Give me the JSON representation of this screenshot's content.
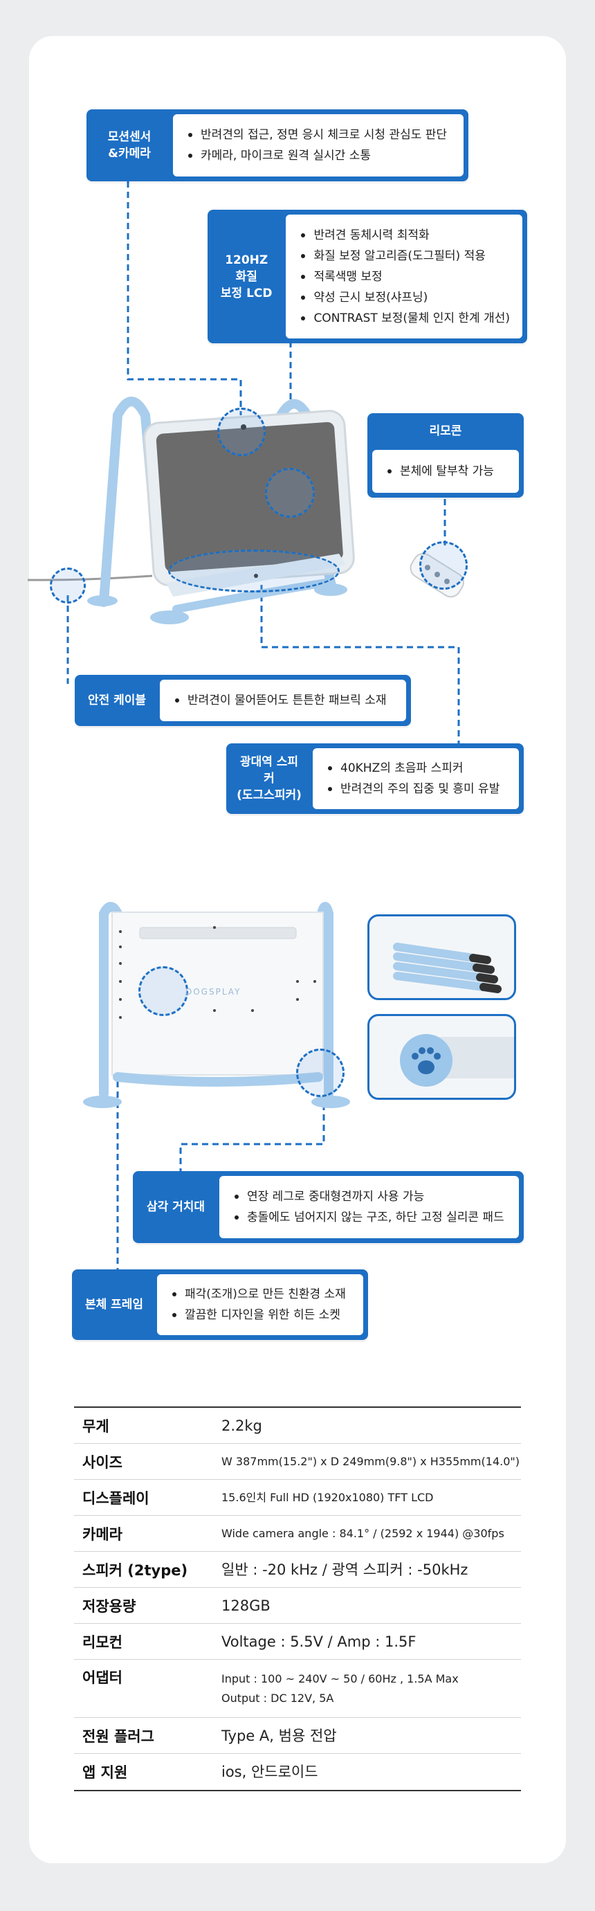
{
  "callouts": {
    "motion": {
      "title": "모션센서\n&카메라",
      "items": [
        "반려견의 접근, 정면 응시 체크로 시청 관심도 판단",
        "카메라, 마이크로 원격 실시간 소통"
      ]
    },
    "lcd": {
      "title": "120HZ 화질\n보정 LCD",
      "items": [
        "반려견 동체시력 최적화",
        "화질 보정 알고리즘(도그필터) 적용",
        "적록색맹 보정",
        "약성 근시 보정(샤프닝)",
        "CONTRAST 보정(물체 인지 한계 개선)"
      ]
    },
    "remote": {
      "title": "리모콘",
      "items": [
        "본체에 탈부착 가능"
      ]
    },
    "cable": {
      "title": "안전 케이블",
      "items": [
        "반려견이 물어뜯어도 튼튼한 패브릭 소재"
      ]
    },
    "speaker": {
      "title": "광대역 스피커\n(도그스피커)",
      "items": [
        "40KHZ의 초음파 스피커",
        "반려견의 주의 집중 및 흥미 유발"
      ]
    },
    "stand": {
      "title": "삼각 거치대",
      "items": [
        "연장 레그로 중대형견까지 사용 가능",
        "충돌에도 넘어지지 않는 구조, 하단 고정 실리콘 패드"
      ]
    },
    "frame": {
      "title": "본체 프레임",
      "items": [
        "패각(조개)으로 만든 친환경 소재",
        "깔끔한 디자인을 위한 히든 소켓"
      ]
    }
  },
  "product": {
    "back_logo": "DOGSPLAY"
  },
  "specs": [
    {
      "key": "무게",
      "value": "2.2kg"
    },
    {
      "key": "사이즈",
      "value": "W 387mm(15.2\") x D 249mm(9.8\") x H355mm(14.0\")"
    },
    {
      "key": "디스플레이",
      "value": "15.6인치 Full HD (1920x1080) TFT LCD"
    },
    {
      "key": "카메라",
      "value": "Wide camera angle : 84.1° / (2592 x 1944) @30fps"
    },
    {
      "key": "스피커 (2type)",
      "value": "일반 : -20 kHz / 광역 스피커 : -50kHz"
    },
    {
      "key": "저장용량",
      "value": "128GB"
    },
    {
      "key": "리모컨",
      "value": "Voltage : 5.5V / Amp : 1.5F"
    },
    {
      "key": "어댑터",
      "value": "Input : 100 ~ 240V ~ 50 / 60Hz , 1.5A Max\nOutput : DC 12V, 5A"
    },
    {
      "key": "전원 플러그",
      "value": "Type A, 범용 전압"
    },
    {
      "key": "앱 지원",
      "value": "ios, 안드로이드"
    }
  ],
  "colors": {
    "accent": "#1d6fc4",
    "frame_blue": "#a9cdec",
    "screen": "#6b6b6b"
  }
}
